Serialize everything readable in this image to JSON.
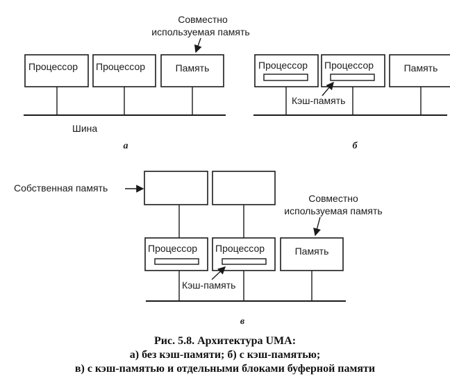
{
  "labels": {
    "processor": "Процессор",
    "memory": "Память",
    "shared_memory_line1": "Совместно",
    "shared_memory_line2": "используемая память",
    "bus": "Шина",
    "cache": "Кэш-память",
    "private_memory": "Собственная память"
  },
  "subfigures": {
    "a": "а",
    "b": "б",
    "c": "в"
  },
  "caption": {
    "line1": "Рис. 5.8. Архитектура UMA:",
    "line2": "а) без кэш-памяти; б) с кэш-памятью;",
    "line3": "в) с кэш-памятью и отдельными блоками буферной памяти"
  }
}
